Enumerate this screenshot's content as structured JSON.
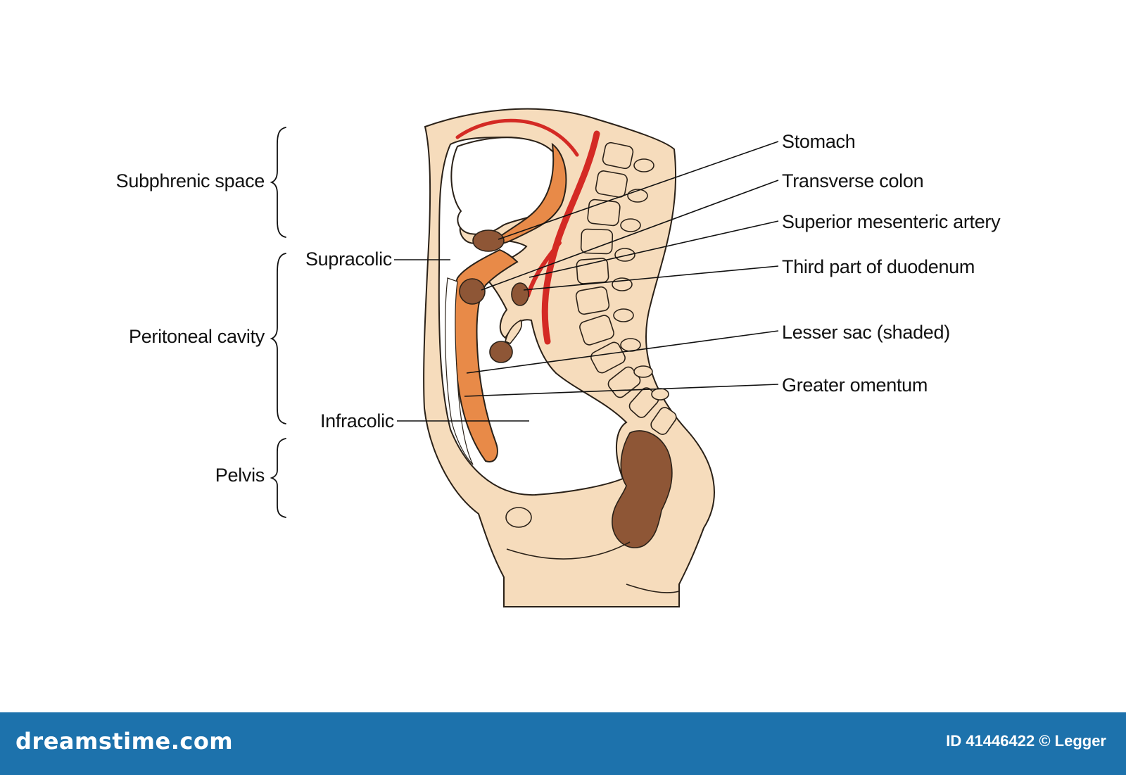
{
  "labels_right": {
    "stomach": "Stomach",
    "transverse_colon": "Transverse colon",
    "superior_mesenteric_artery": "Superior mesenteric artery",
    "third_part_duodenum": "Third part of duodenum",
    "lesser_sac": "Lesser sac (shaded)",
    "greater_omentum": "Greater omentum"
  },
  "labels_left": {
    "subphrenic_space": "Subphrenic space",
    "supracolic": "Supracolic",
    "peritoneal_cavity": "Peritoneal cavity",
    "infracolic": "Infracolic",
    "pelvis": "Pelvis"
  },
  "footer": {
    "brand": "dreamstime.com",
    "credit": "ID 41446422 © Legger"
  },
  "colors": {
    "skin": "#f6dcbc",
    "organ_orange": "#e88a48",
    "artery_red": "#d42a24",
    "bowel_brown": "#8e5636",
    "cavity_white": "#ffffff",
    "footer_blue": "#1d72ac"
  }
}
